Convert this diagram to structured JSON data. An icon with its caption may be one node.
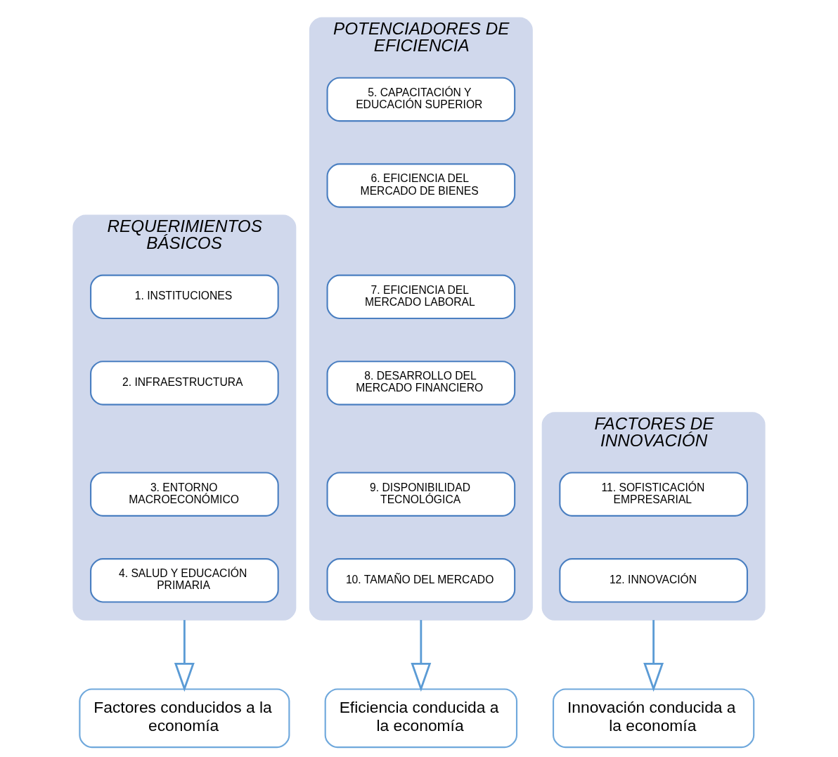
{
  "diagram": {
    "nodes": [
      {
        "text": [
          "REQUERIMIENTOS BÁSICOS"
        ]
      },
      {
        "text": [
          "1. INSTITUCIONES"
        ],
        "in": 0
      },
      {
        "text": [
          "2. INFRAESTRUCTURA"
        ],
        "in": 0
      },
      {
        "text": [
          "3. ENTORNO MACROECONÓMICO"
        ],
        "in": 0
      },
      {
        "text": [
          "4. SALUD Y EDUCACIÓN PRIMARIA"
        ],
        "in": 0
      },
      {
        "text": [
          "POTENCIADORES DE EFICIENCIA"
        ]
      },
      {
        "text": [
          "5. CAPACITACIÓN Y EDUCACIÓN SUPERIOR"
        ],
        "in": 5
      },
      {
        "text": [
          "6. EFICIENCIA DEL MERCADO DE BIENES"
        ],
        "in": 5
      },
      {
        "text": [
          "7. EFICIENCIA DEL MERCADO LABORAL"
        ],
        "in": 5
      },
      {
        "text": [
          "8. DESARROLLO DEL MERCADO FINANCIERO"
        ],
        "in": 5
      },
      {
        "text": [
          "9. DISPONIBILIDAD TECNOLÓGICA"
        ],
        "in": 5
      },
      {
        "text": [
          "10. TAMAÑO DEL MERCADO"
        ],
        "in": 5
      },
      {
        "text": [
          "FACTORES DE INNOVACIÓN"
        ]
      },
      {
        "text": [
          "11. SOFISTICACIÓN EMPRESARIAL"
        ],
        "in": 12
      },
      {
        "text": [
          "12. INNOVACIÓN"
        ],
        "in": 12
      },
      {
        "text": [
          "Factores conducidos a la economía"
        ]
      },
      {
        "text": [
          "Eficiencia conducida a la economía"
        ]
      },
      {
        "text": [
          "Innovación conducida a la economía"
        ]
      }
    ],
    "edges": [
      {
        "from": 0,
        "to": 15,
        "arrow": "to"
      },
      {
        "from": 5,
        "to": 16,
        "arrow": "to"
      },
      {
        "from": 12,
        "to": 17,
        "arrow": "to"
      }
    ]
  }
}
